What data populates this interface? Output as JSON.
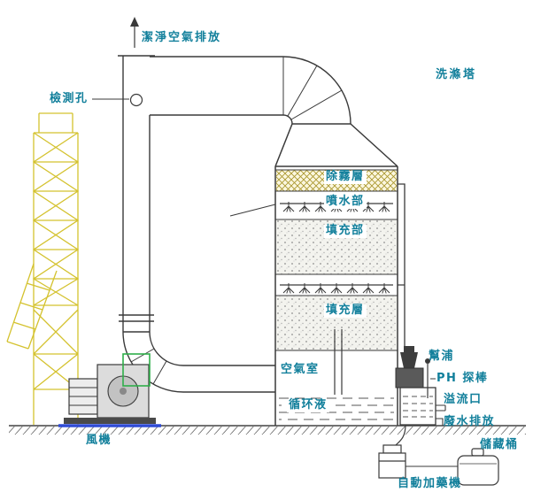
{
  "diagram": {
    "labels": {
      "clean_air_exhaust": "潔淨空氣排放",
      "inspection_port": "檢測孔",
      "scrubber_tower": "洗滌塔",
      "demister_layer": "除霧層",
      "spray_section": "噴水部",
      "packing_section": "填充部",
      "packing_layer": "填充層",
      "air_chamber": "空氣室",
      "circulating_liquid": "循环液",
      "pump": "幫浦",
      "ph_probe": "PH 探棒",
      "overflow_port": "溢流口",
      "wastewater_discharge": "廢水排放",
      "storage_tank": "儲藏桶",
      "auto_dosing_machine": "自動加藥機",
      "fan": "風機"
    },
    "colors": {
      "label_text": "#117f9b",
      "line": "#3a3a3a",
      "structure_yellow": "#d4c22e",
      "highlight_green": "#2fae4a",
      "base_blue": "#2f4bd6",
      "demister_hatch": "#a89428"
    }
  }
}
